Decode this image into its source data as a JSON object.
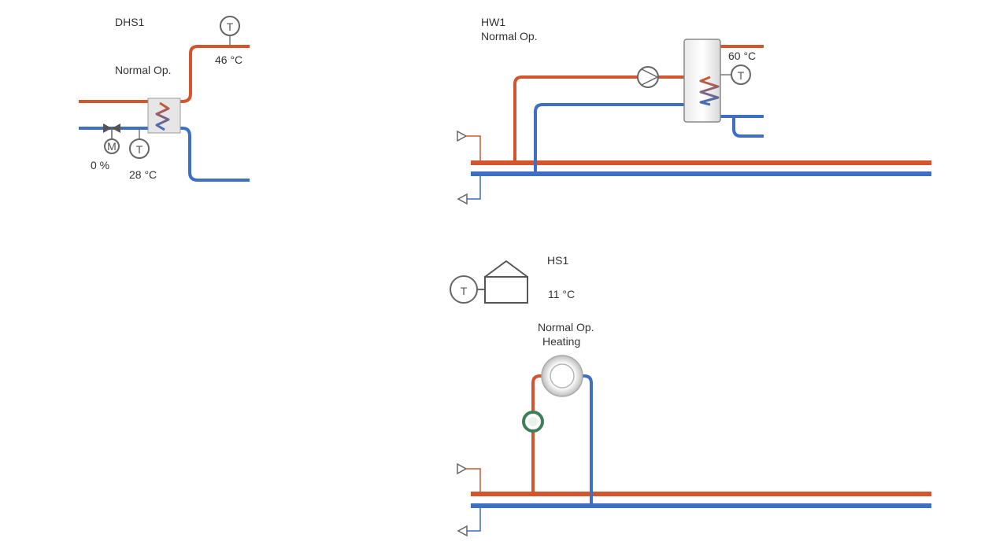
{
  "colors": {
    "supply": "#d2552e",
    "return": "#3e6fc2",
    "device_stroke": "#666666",
    "pump_green": "#3e7f5a"
  },
  "dhs1": {
    "title": "DHS1",
    "status": "Normal Op.",
    "supply_temp": "46 °C",
    "return_temp": "28 °C",
    "valve_position": "0 %",
    "sensor_symbol": "T",
    "motor_symbol": "M",
    "icons": [
      "heat-exchanger-icon",
      "valve-icon",
      "motor-icon",
      "temperature-sensor-icon"
    ]
  },
  "hw1": {
    "title": "HW1",
    "status": "Normal Op.",
    "tank_temp": "60 °C",
    "sensor_symbol": "T",
    "icons": [
      "storage-tank-icon",
      "pump-icon",
      "temperature-sensor-icon"
    ]
  },
  "hs1": {
    "title": "HS1",
    "outdoor_temp": "11 °C",
    "status": "Normal Op.",
    "mode": "Heating",
    "sensor_symbol": "T",
    "icons": [
      "house-icon",
      "boiler-icon",
      "pump-icon",
      "temperature-sensor-icon"
    ]
  }
}
